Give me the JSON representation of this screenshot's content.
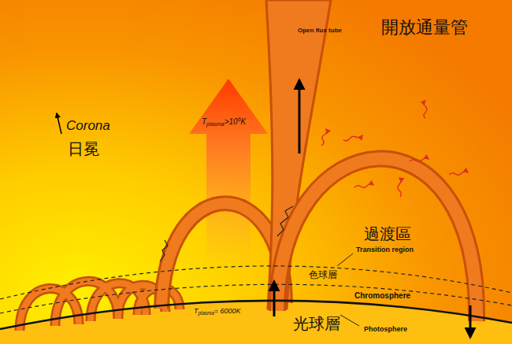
{
  "diagram": {
    "labels": [
      "Open flux tube",
      "開放通量管",
      "Corona",
      "日冕",
      "T",
      "plasma",
      ">10",
      "6",
      "K",
      "過渡區",
      "Transition region",
      "色球層",
      "Chromosphere",
      "光球層",
      "T",
      "plasma",
      "= 6000K",
      "Photosphere"
    ]
  }
}
